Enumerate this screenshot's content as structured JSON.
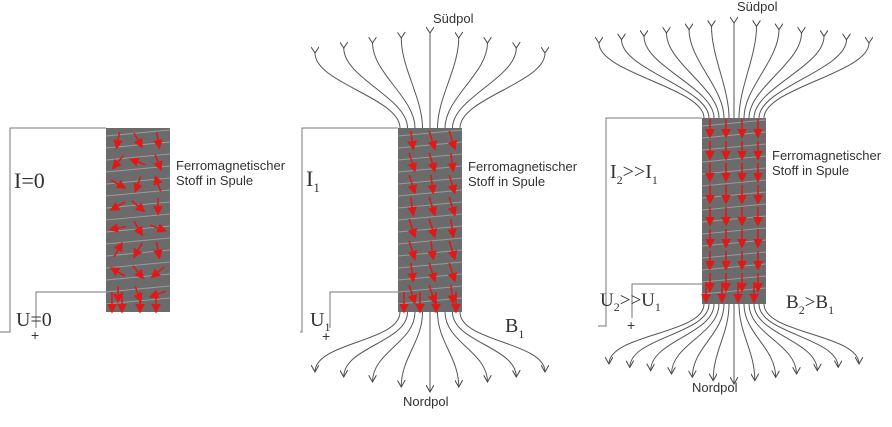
{
  "panels": [
    {
      "current_label": "I=0",
      "voltage_label": "U=0",
      "plus_sign": "+",
      "material_label_line1": "Ferromagnetischer",
      "material_label_line2": "Stoff in Spule"
    },
    {
      "pole_top": "Südpol",
      "current_main": "I",
      "current_sub": "1",
      "voltage_main": "U",
      "voltage_sub": "1",
      "plus_sign": "+",
      "field_main": "B",
      "field_sub": "1",
      "pole_bottom": "Nordpol",
      "material_label_line1": "Ferromagnetischer",
      "material_label_line2": "Stoff in Spule"
    },
    {
      "pole_top": "Südpol",
      "current_a": "I",
      "current_a_sub": "2",
      "current_rel": ">>",
      "current_b": "I",
      "current_b_sub": "1",
      "voltage_a": "U",
      "voltage_a_sub": "2",
      "voltage_rel": ">>",
      "voltage_b": "U",
      "voltage_b_sub": "1",
      "plus_sign": "+",
      "field_a": "B",
      "field_a_sub": "2",
      "field_rel": ">",
      "field_b": "B",
      "field_b_sub": "1",
      "pole_bottom": "Nordpol",
      "material_label_line1": "Ferromagnetischer",
      "material_label_line2": "Stoff in Spule"
    }
  ],
  "colors": {
    "core": "#6b6b6b",
    "arrow": "#e01818",
    "line": "#555555",
    "coil": "#9a9a9a"
  }
}
